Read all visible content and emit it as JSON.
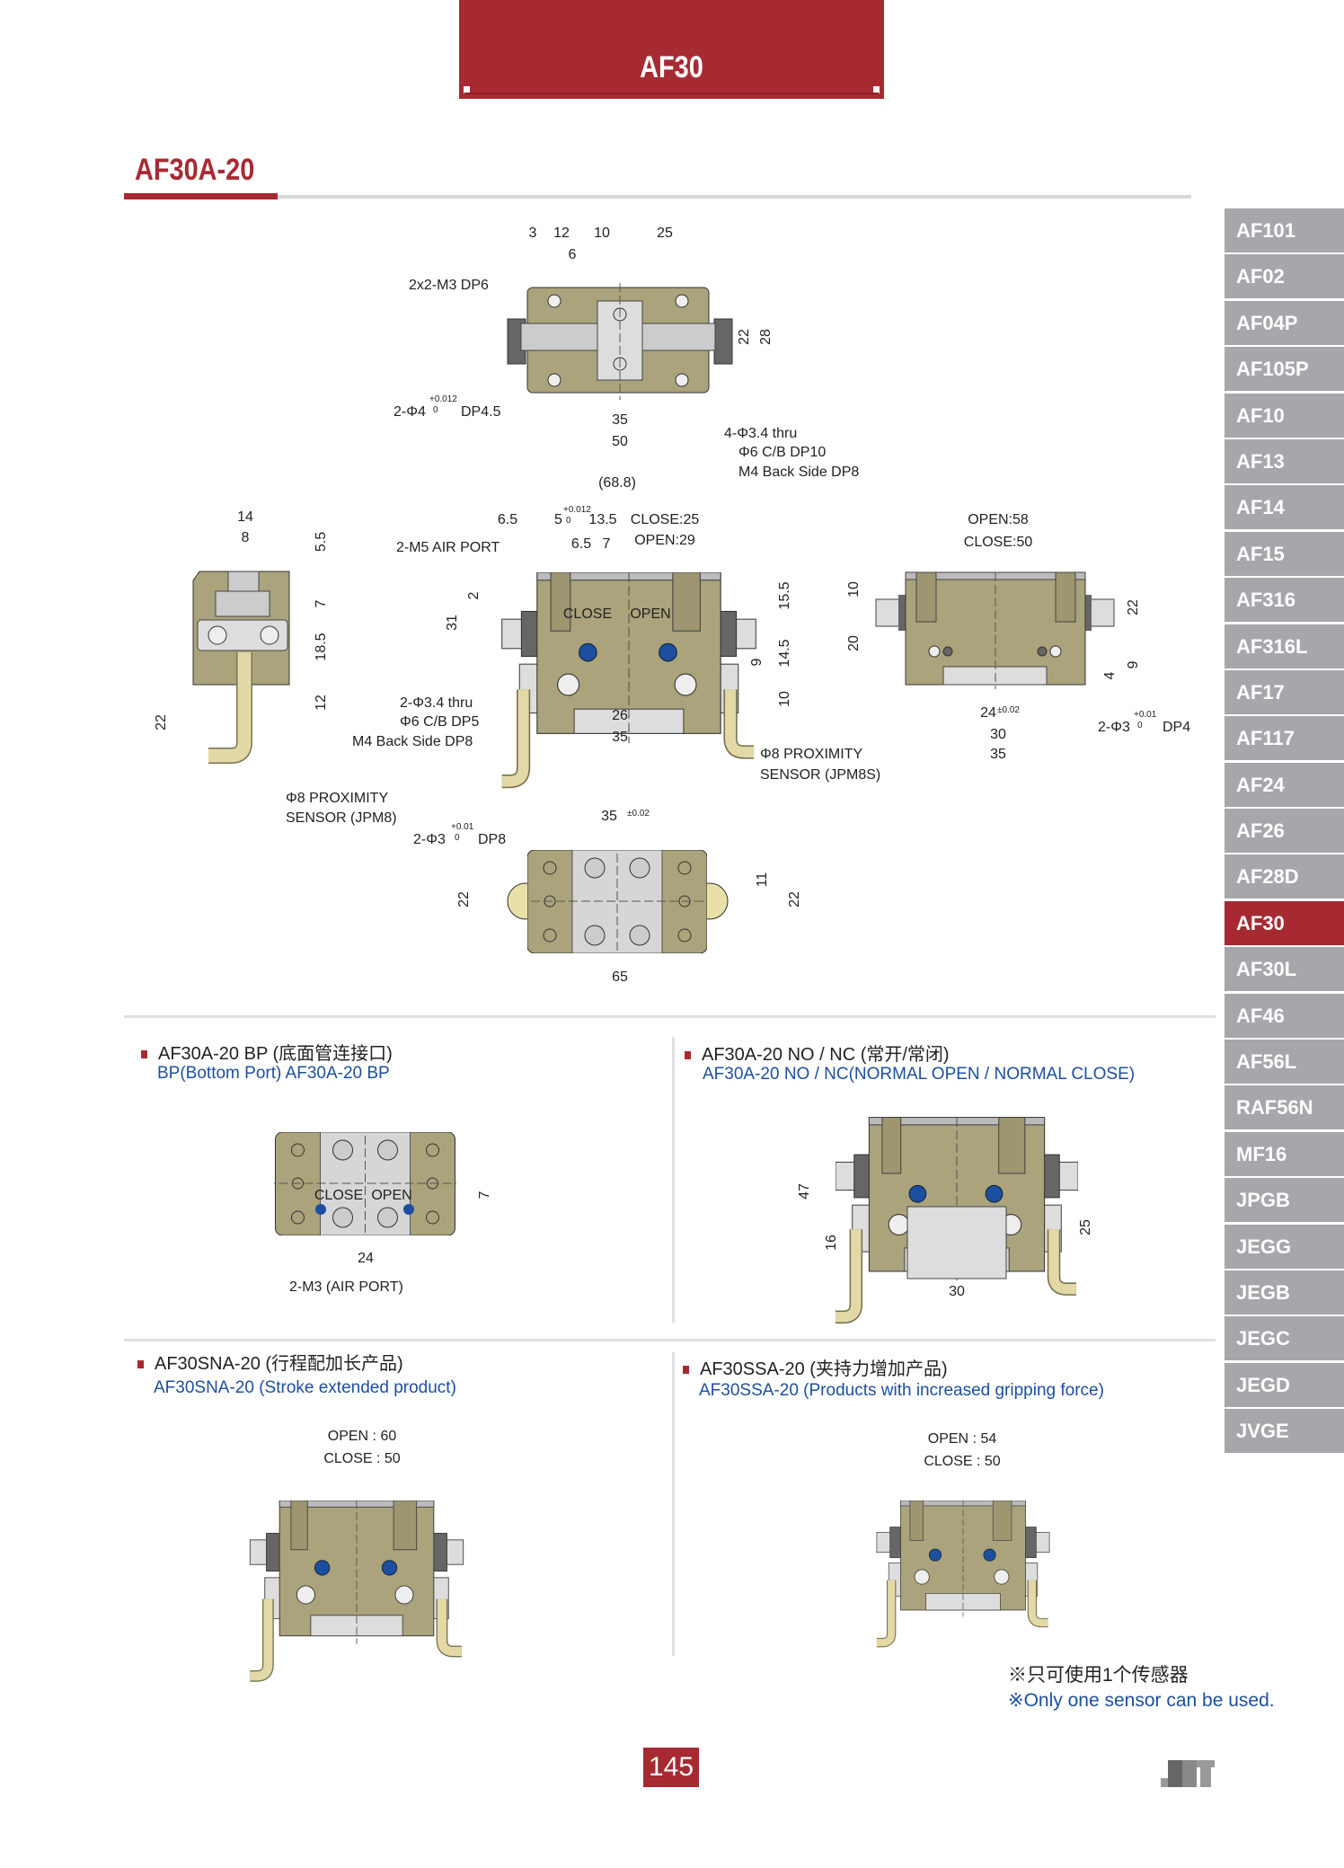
{
  "header": {
    "title": "AF30"
  },
  "section": {
    "title": "AF30A-20"
  },
  "nav": {
    "items": [
      "AF101",
      "AF02",
      "AF04P",
      "AF105P",
      "AF10",
      "AF13",
      "AF14",
      "AF15",
      "AF316",
      "AF316L",
      "AF17",
      "AF117",
      "AF24",
      "AF26",
      "AF28D",
      "AF30",
      "AF30L",
      "AF46",
      "AF56L",
      "RAF56N",
      "MF16",
      "JPGB",
      "JEGG",
      "JEGB",
      "JEGC",
      "JEGD",
      "JVGE"
    ],
    "active": "AF30"
  },
  "top_view": {
    "labels": [
      "3",
      "12",
      "10",
      "25",
      "6",
      "2x2-M3 DP6",
      "22",
      "28",
      "2-Φ4",
      "+0.012",
      "0",
      "DP4.5",
      "35",
      "50",
      "4-Φ3.4 thru",
      "Φ6 C/B DP10",
      "M4 Back Side DP8"
    ]
  },
  "front_view": {
    "labels": [
      "(68.8)",
      "6.5",
      "5",
      "+0.012",
      "0",
      "13.5",
      "CLOSE:25",
      "OPEN:29",
      "6.5",
      "7",
      "2-M5 AIR PORT",
      "2",
      "31",
      "15.5",
      "14.5",
      "9",
      "10",
      "CLOSE",
      "OPEN",
      "2-Φ3.4 thru",
      "Φ6 C/B DP5",
      "M4 Back Side DP8",
      "26",
      "35",
      "Φ8 PROXIMITY",
      "SENSOR (JPM8S)"
    ]
  },
  "side_view": {
    "labels": [
      "14",
      "8",
      "5.5",
      "7",
      "18.5",
      "12",
      "22",
      "Φ8 PROXIMITY",
      "SENSOR (JPM8)"
    ]
  },
  "right_view": {
    "labels": [
      "OPEN:58",
      "CLOSE:50",
      "10",
      "20",
      "22",
      "9",
      "4",
      "24",
      "±0.02",
      "30",
      "35",
      "2-Φ3",
      "+0.01",
      "0",
      "DP4"
    ]
  },
  "bottom_view": {
    "labels": [
      "35",
      "±0.02",
      "2-Φ3",
      "+0.01",
      "0",
      "DP8",
      "22",
      "11",
      "22",
      "65"
    ]
  },
  "variants": [
    {
      "title": "AF30A-20 BP (底面管连接口)",
      "subtitle": "BP(Bottom Port) AF30A-20 BP",
      "labels": [
        "CLOSE",
        "OPEN",
        "7",
        "24",
        "2-M3 (AIR PORT)"
      ]
    },
    {
      "title": "AF30A-20 NO / NC (常开/常闭)",
      "subtitle": "AF30A-20 NO / NC(NORMAL OPEN / NORMAL CLOSE)",
      "labels": [
        "47",
        "16",
        "25",
        "30"
      ]
    },
    {
      "title": "AF30SNA-20 (行程配加长产品)",
      "subtitle": "AF30SNA-20 (Stroke extended product)",
      "labels": [
        "OPEN : 60",
        "CLOSE : 50"
      ]
    },
    {
      "title": "AF30SSA-20 (夹持力增加产品)",
      "subtitle": "AF30SSA-20 (Products with increased gripping force)",
      "labels": [
        "OPEN : 54",
        "CLOSE : 50"
      ]
    }
  ],
  "note": {
    "cn": "※只可使用1个传感器",
    "en": "※Only one sensor can be used."
  },
  "page_number": "145",
  "logo_text": "JRT",
  "colors": {
    "brand": "#a72a32",
    "nav": "#a6a7ab",
    "body": "#aaa37b",
    "port": "#1d4fa0"
  }
}
